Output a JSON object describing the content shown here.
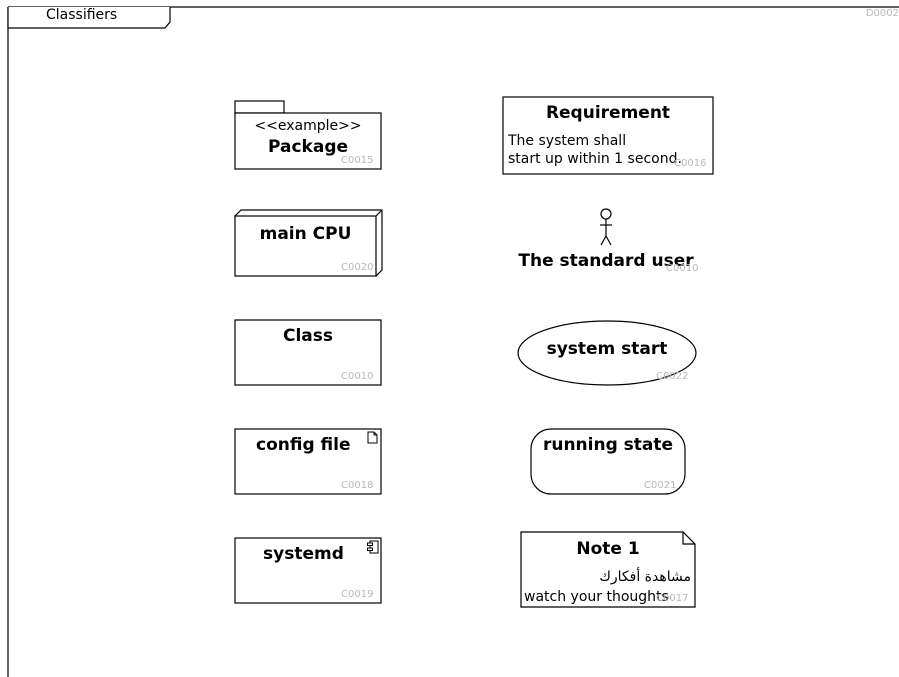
{
  "diagram": {
    "tab_label": "Classifiers",
    "diagram_id": "D0002"
  },
  "package": {
    "stereotype": "<<example>>",
    "name": "Package",
    "id": "C0015"
  },
  "requirement": {
    "title": "Requirement",
    "text_line1": "The system shall",
    "text_line2": "start up within 1 second.",
    "id": "C0016"
  },
  "node": {
    "name": "main CPU",
    "id": "C0020"
  },
  "actor": {
    "name": "The standard user",
    "id": "C0010"
  },
  "class": {
    "name": "Class",
    "id": "C0010"
  },
  "usecase": {
    "name": "system start",
    "id": "C0022"
  },
  "artifact": {
    "name": "config file",
    "icon": "document-icon",
    "id": "C0018"
  },
  "state": {
    "name": "running state",
    "id": "C0021"
  },
  "component": {
    "name": "systemd",
    "icon": "component-icon",
    "id": "C0019"
  },
  "note": {
    "title": "Note 1",
    "text_line1": "مشاهدة أفكارك",
    "text_line2": "watch your thoughts",
    "id": "C0017"
  }
}
